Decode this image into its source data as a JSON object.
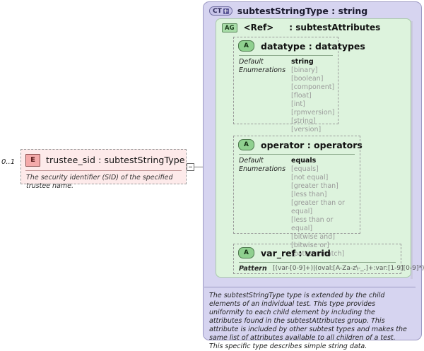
{
  "left_element": {
    "cardinality": "0..1",
    "badge": "E",
    "title": "trustee_sid : subtestStringType",
    "documentation": "The security identifier (SID) of the specified trustee name."
  },
  "complex_type": {
    "badge": "CT",
    "title": "subtestStringType : string",
    "documentation": "The subtestStringType type is extended by the child elements of an individual test.  This type provides uniformity to each child element by including the attributes found in the subtestAttributes group.  This attribute is included by other subtest types and makes the same list of attributes available to all children of a test.  This specific type describes simple string data."
  },
  "attribute_group": {
    "badge": "AG",
    "ref": "<Ref>",
    "type": ": subtestAttributes"
  },
  "attributes": [
    {
      "badge": "A",
      "title": "datatype : datatypes",
      "label_default": "Default",
      "label_enumerations": "Enumerations",
      "default_value": "string",
      "enumerations": [
        "[binary]",
        "[boolean]",
        "[component]",
        "[float]",
        "[int]",
        "[rpmversion]",
        "[string]",
        "[version]"
      ]
    },
    {
      "badge": "A",
      "title": "operator : operators",
      "label_default": "Default",
      "label_enumerations": "Enumerations",
      "default_value": "equals",
      "enumerations": [
        "[equals]",
        "[not equal]",
        "[greater than]",
        "[less than]",
        "[greater than or equal]",
        "[less than or equal]",
        "[bitwise and]",
        "[bitwise or]",
        "[pattern match]"
      ]
    },
    {
      "badge": "A",
      "title": "var_ref  : varid",
      "label_pattern": "Pattern",
      "pattern_value": "[(var-[0-9]+)|(oval:[A-Za-z\\-_.]+:var:[1-9][0-9]*)]"
    }
  ],
  "colors": {
    "element_fill": "#fdeaea",
    "ct_fill": "#d6d4f0",
    "ag_fill": "#ddf3dd",
    "badge_e": "#f4aaaa",
    "badge_a": "#8fd08f"
  }
}
